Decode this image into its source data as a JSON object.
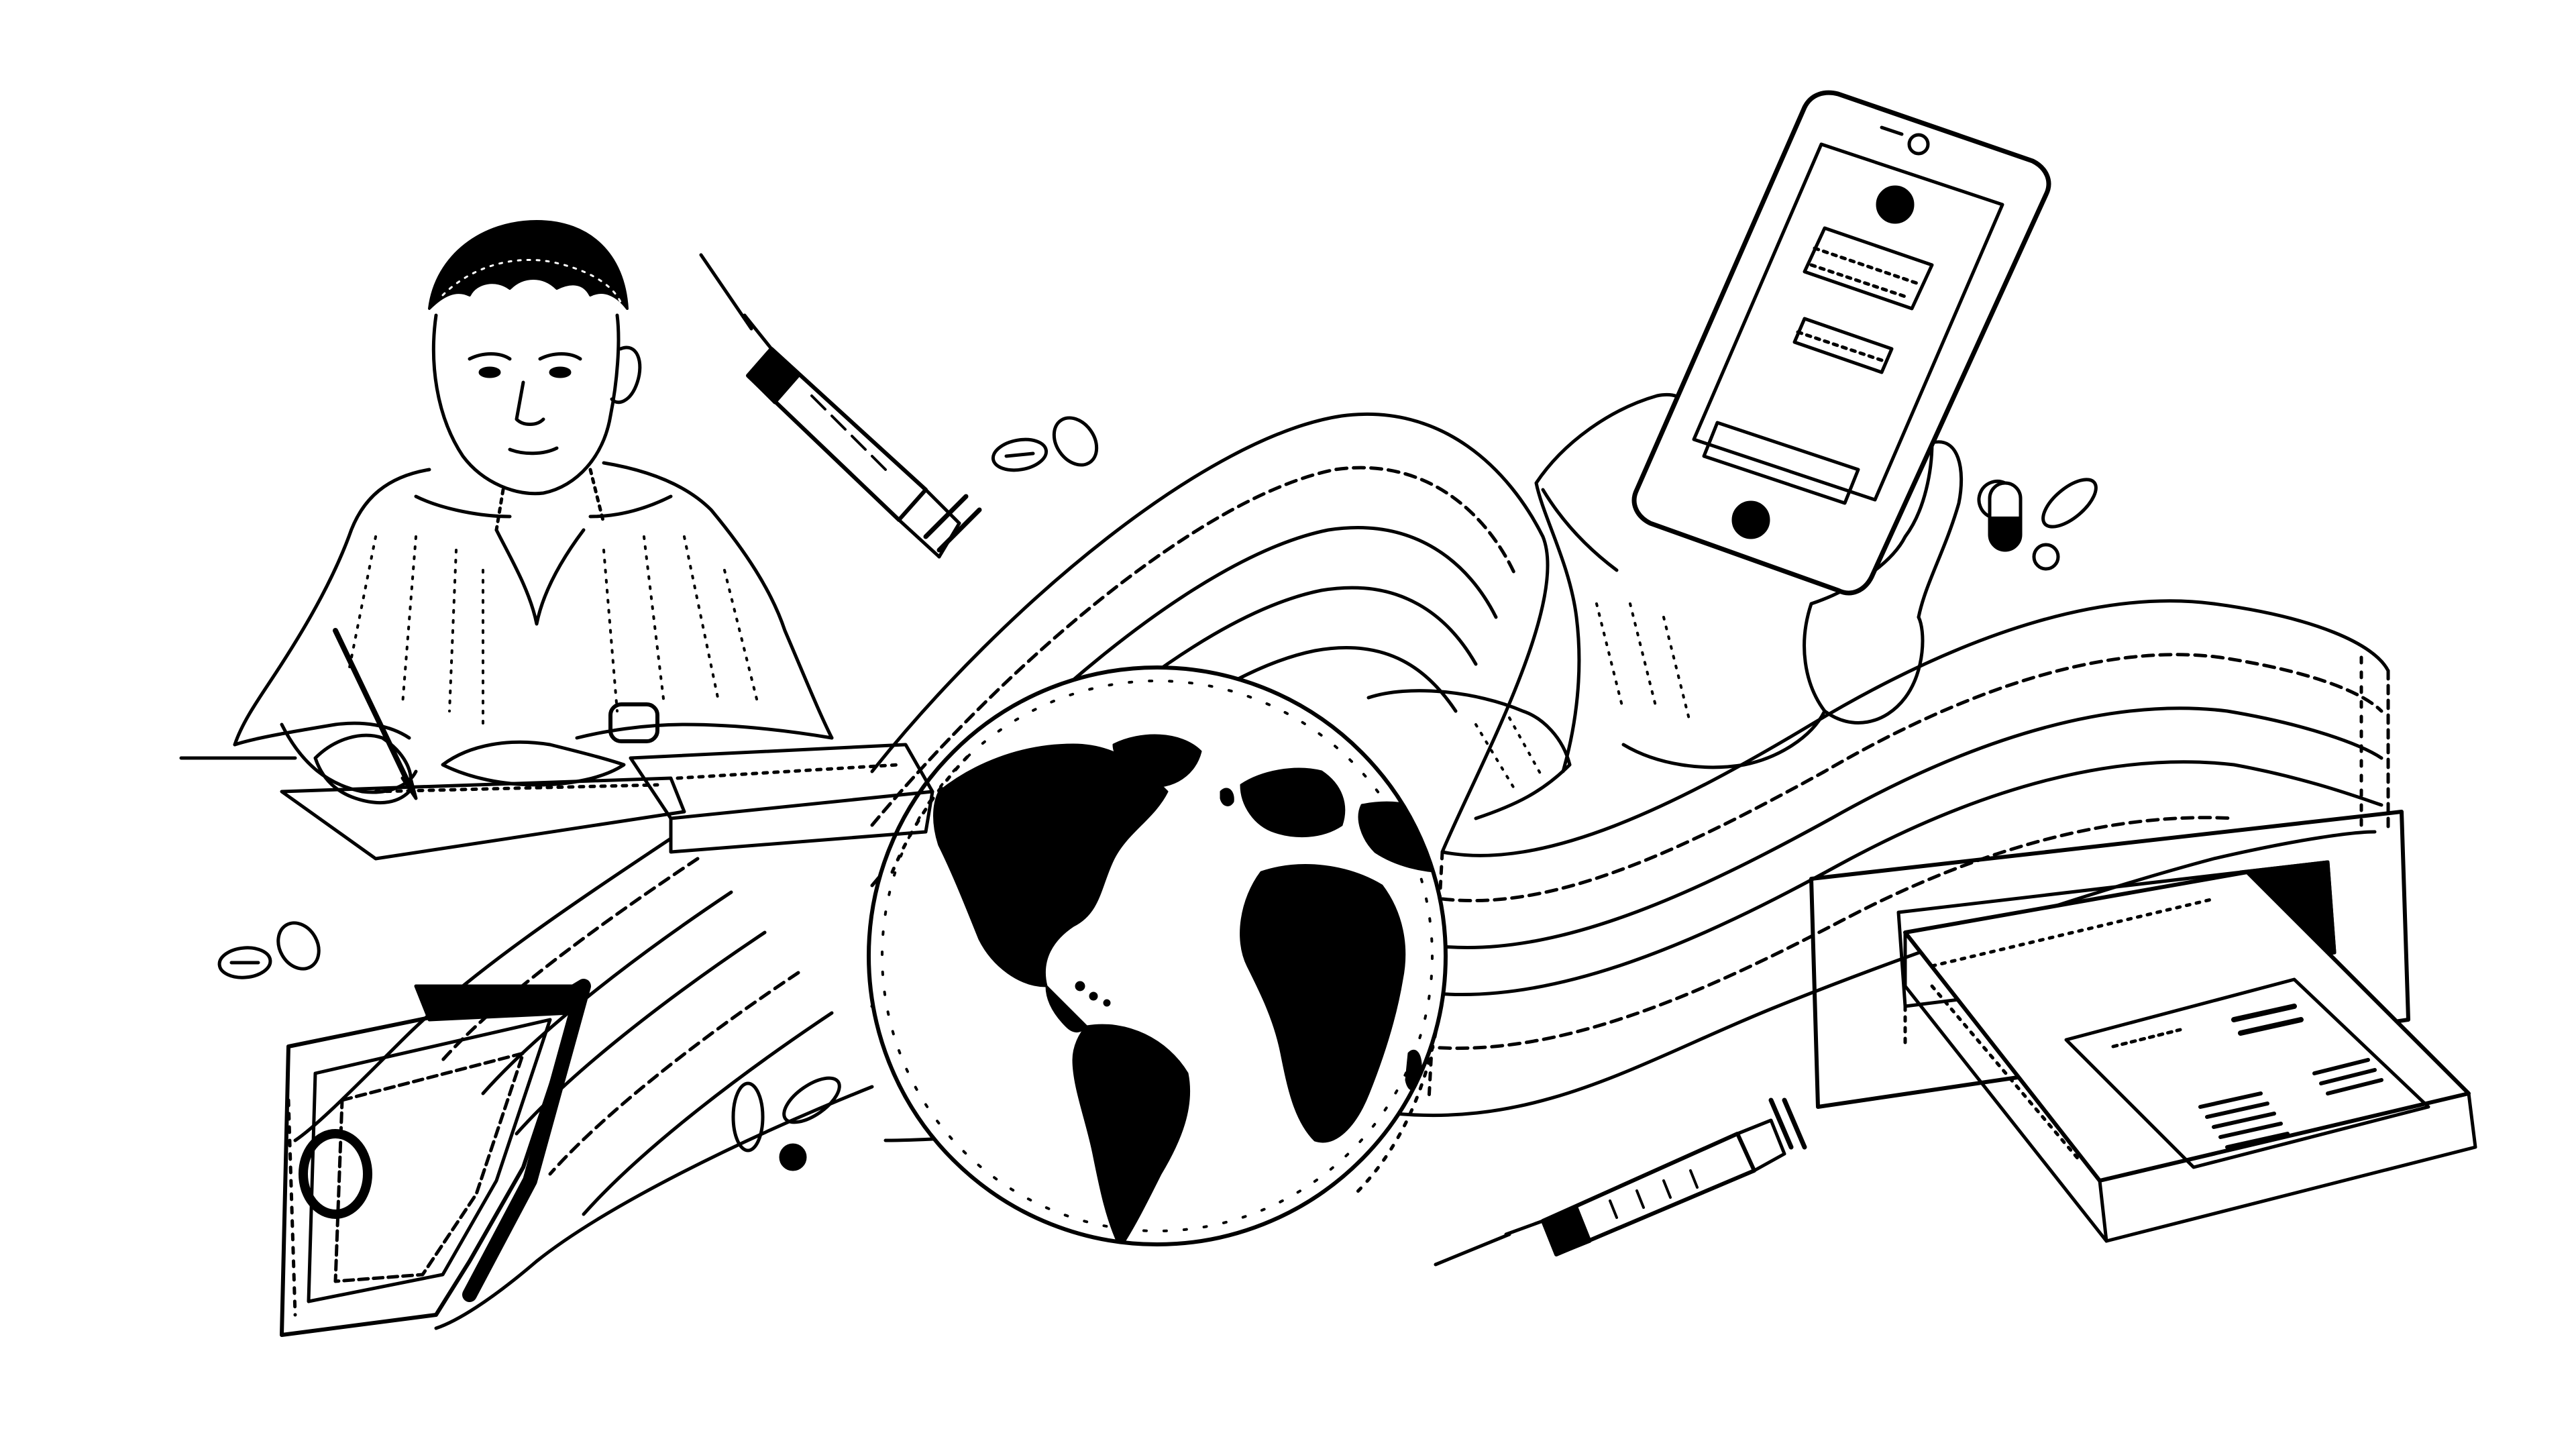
{
  "illustration": {
    "style": "black ink line drawing on white",
    "ink_color": "#000000",
    "paper_color": "#ffffff",
    "elements": [
      "person-writing",
      "wavy-striped-ribbon",
      "earth-globe",
      "smartphone-in-hand",
      "syringe",
      "pills",
      "box-sliding-out-of-slot",
      "striped-banknote"
    ]
  }
}
